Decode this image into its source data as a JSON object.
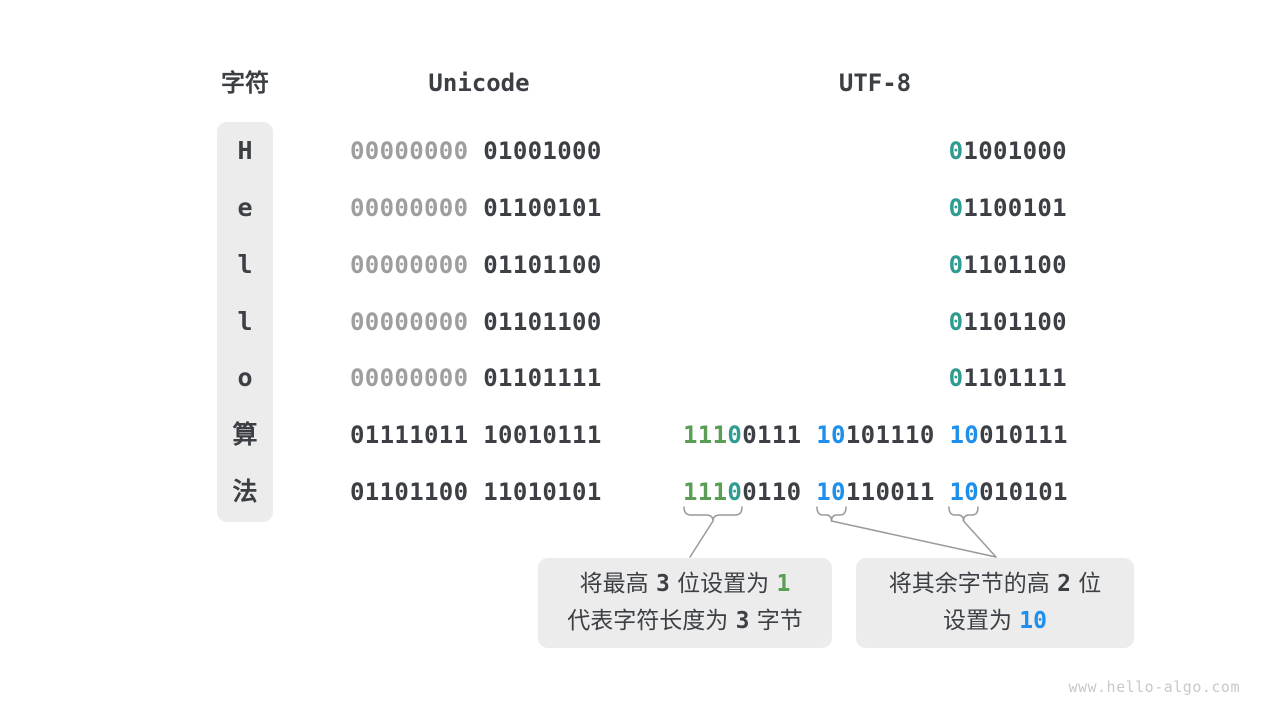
{
  "colors": {
    "dark": "#3C4045",
    "gray_zeros": "#9E9E9E",
    "green_prefix": "#5A9E55",
    "teal_prefix": "#2E9C90",
    "blue_prefix": "#1E8FEA",
    "cell_background": "#ECECEC",
    "brace_stroke": "#9A9A9A",
    "watermark_gray": "#C9C9C9"
  },
  "header": {
    "char": "字符",
    "unicode": "Unicode",
    "utf8": "UTF-8"
  },
  "table": {
    "rows": [
      {
        "char": "H",
        "unicode": [
          {
            "t": "00000000",
            "c": "gray"
          },
          {
            "t": " "
          },
          {
            "t": "01001000"
          }
        ],
        "utf8": [
          {
            "t": "0",
            "c": "teal"
          },
          {
            "t": "1001000"
          }
        ]
      },
      {
        "char": "e",
        "unicode": [
          {
            "t": "00000000",
            "c": "gray"
          },
          {
            "t": " "
          },
          {
            "t": "01100101"
          }
        ],
        "utf8": [
          {
            "t": "0",
            "c": "teal"
          },
          {
            "t": "1100101"
          }
        ]
      },
      {
        "char": "l",
        "unicode": [
          {
            "t": "00000000",
            "c": "gray"
          },
          {
            "t": " "
          },
          {
            "t": "01101100"
          }
        ],
        "utf8": [
          {
            "t": "0",
            "c": "teal"
          },
          {
            "t": "1101100"
          }
        ]
      },
      {
        "char": "l",
        "unicode": [
          {
            "t": "00000000",
            "c": "gray"
          },
          {
            "t": " "
          },
          {
            "t": "01101100"
          }
        ],
        "utf8": [
          {
            "t": "0",
            "c": "teal"
          },
          {
            "t": "1101100"
          }
        ]
      },
      {
        "char": "o",
        "unicode": [
          {
            "t": "00000000",
            "c": "gray"
          },
          {
            "t": " "
          },
          {
            "t": "01101111"
          }
        ],
        "utf8": [
          {
            "t": "0",
            "c": "teal"
          },
          {
            "t": "1101111"
          }
        ]
      },
      {
        "char": "算",
        "unicode": [
          {
            "t": "01111011"
          },
          {
            "t": " "
          },
          {
            "t": "10010111"
          }
        ],
        "utf8": [
          {
            "t": "111",
            "c": "green"
          },
          {
            "t": "0",
            "c": "teal"
          },
          {
            "t": "0111"
          },
          {
            "t": " "
          },
          {
            "t": "10",
            "c": "blue"
          },
          {
            "t": "101110"
          },
          {
            "t": " "
          },
          {
            "t": "10",
            "c": "blue"
          },
          {
            "t": "010111"
          }
        ]
      },
      {
        "char": "法",
        "unicode": [
          {
            "t": "01101100"
          },
          {
            "t": " "
          },
          {
            "t": "11010101"
          }
        ],
        "utf8": [
          {
            "t": "111",
            "c": "green"
          },
          {
            "t": "0",
            "c": "teal"
          },
          {
            "t": "0110"
          },
          {
            "t": " "
          },
          {
            "t": "10",
            "c": "blue"
          },
          {
            "t": "110011"
          },
          {
            "t": " "
          },
          {
            "t": "10",
            "c": "blue"
          },
          {
            "t": "010101"
          }
        ]
      }
    ]
  },
  "notes": [
    {
      "lines": [
        [
          {
            "t": "将最高 "
          },
          {
            "t": "3",
            "f": "mono"
          },
          {
            "t": " 位设置为 "
          },
          {
            "t": "1",
            "f": "mono",
            "c": "green"
          }
        ],
        [
          {
            "t": "代表字符长度为 "
          },
          {
            "t": "3",
            "f": "mono"
          },
          {
            "t": " 字节"
          }
        ]
      ]
    },
    {
      "lines": [
        [
          {
            "t": "将其余字节的高 "
          },
          {
            "t": "2",
            "f": "mono"
          },
          {
            "t": " 位"
          }
        ],
        [
          {
            "t": "设置为 "
          },
          {
            "t": "10",
            "f": "mono",
            "c": "blue"
          }
        ]
      ]
    }
  ],
  "watermark": "www.hello-algo.com"
}
